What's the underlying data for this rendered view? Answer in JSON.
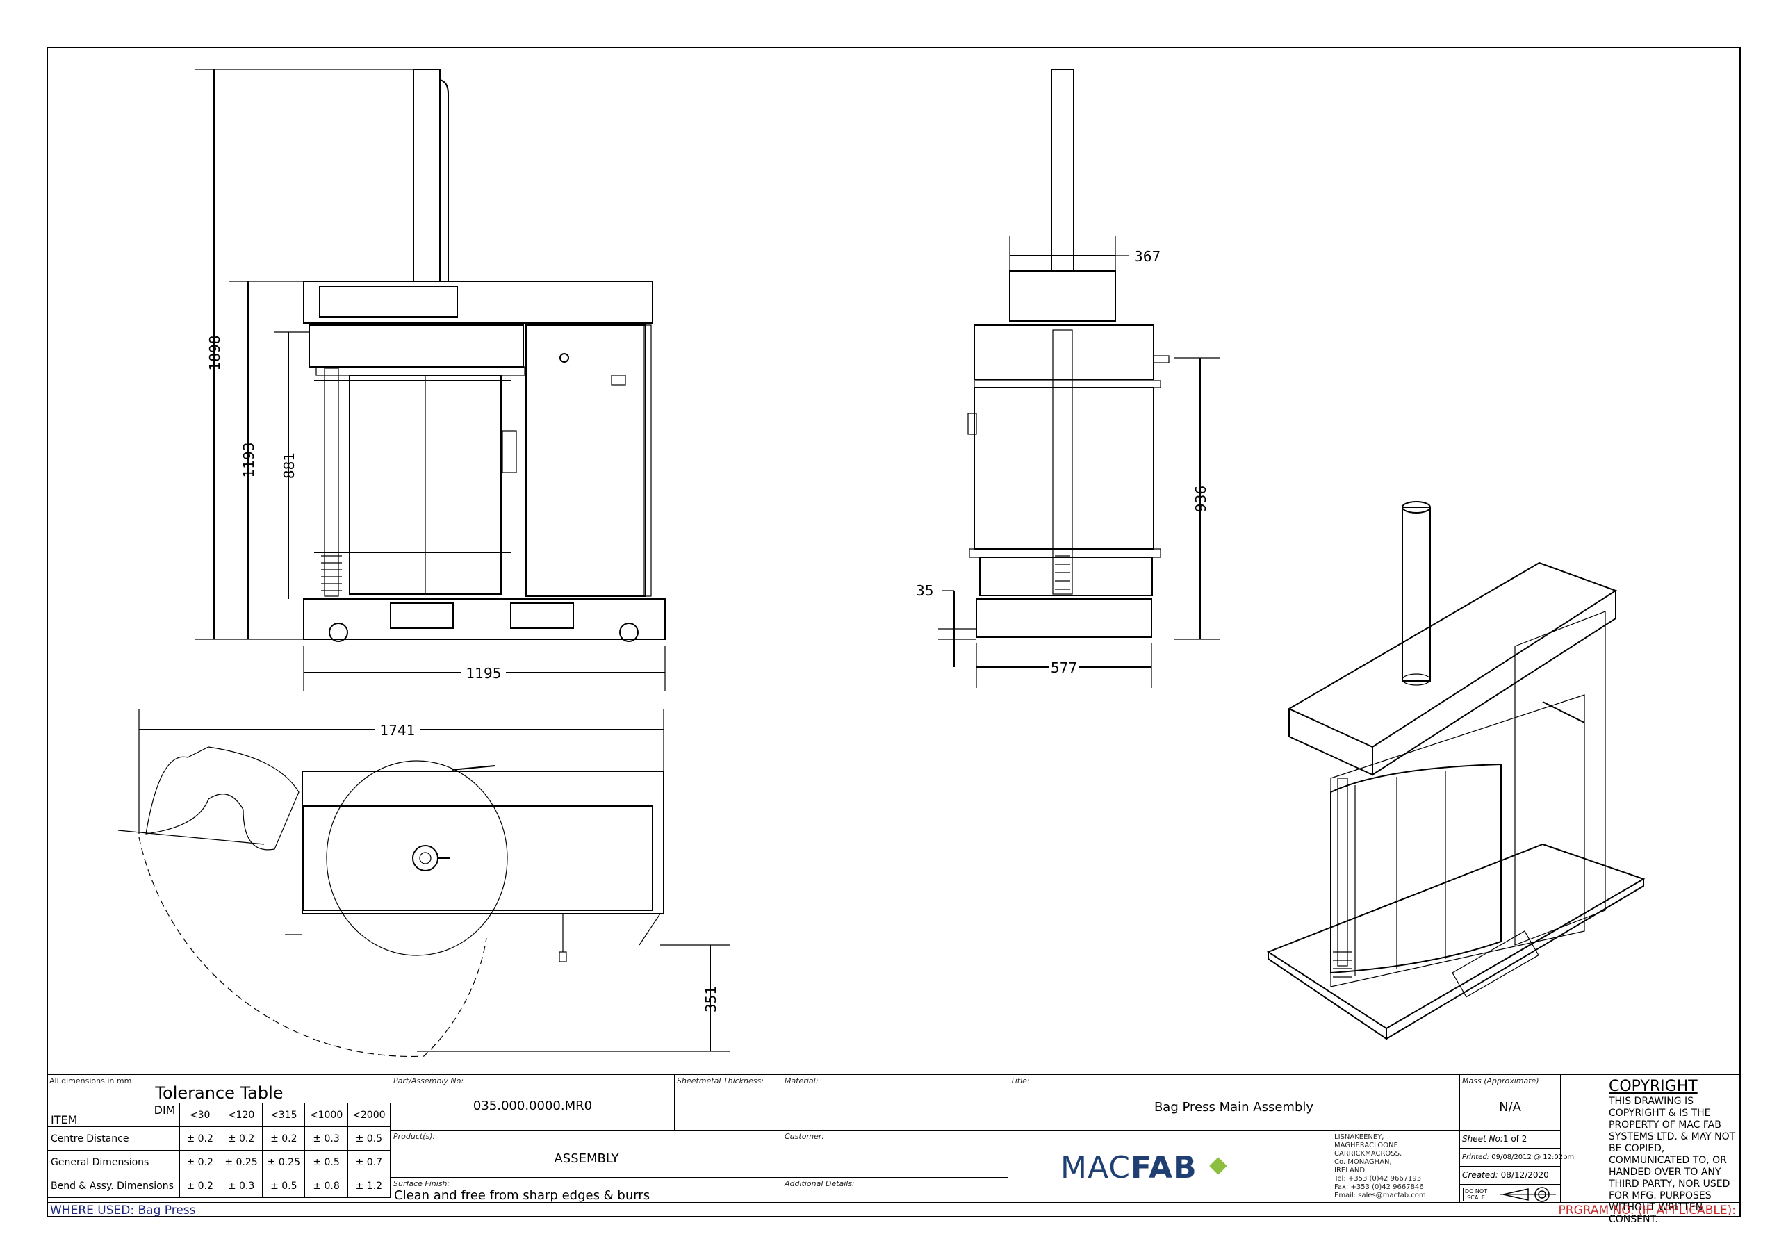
{
  "dimensions": {
    "side_height_total": "1898",
    "side_height_body": "1193",
    "side_height_chamber": "881",
    "side_width": "1195",
    "front_head_width": "367",
    "front_height": "936",
    "front_foot": "35",
    "front_width": "577",
    "top_length": "1741",
    "top_offset": "351"
  },
  "title_block": {
    "all_dims_note": "All dimensions in mm",
    "tolerance_title": "Tolerance Table",
    "tol_header": {
      "item": "ITEM",
      "dim": "DIM",
      "cols": [
        "<30",
        "<120",
        "<315",
        "<1000",
        "<2000"
      ]
    },
    "tol_rows": [
      {
        "label": "Centre Distance",
        "values": [
          "± 0.2",
          "± 0.2",
          "± 0.2",
          "± 0.3",
          "± 0.5"
        ]
      },
      {
        "label": "General Dimensions",
        "values": [
          "± 0.2",
          "± 0.25",
          "± 0.25",
          "± 0.5",
          "± 0.7"
        ]
      },
      {
        "label": "Bend & Assy. Dimensions",
        "values": [
          "± 0.2",
          "± 0.3",
          "± 0.5",
          "± 0.8",
          "± 1.2"
        ]
      }
    ],
    "part_no_label": "Part/Assembly No:",
    "part_no": "035.000.0000.MR0",
    "sheetmetal_label": "Sheetmetal Thickness:",
    "material_label": "Material:",
    "products_label": "Product(s):",
    "products": "ASSEMBLY",
    "customer_label": "Customer:",
    "surface_label": "Surface Finish:",
    "surface": "Clean and free from sharp edges & burrs",
    "additional_label": "Additional Details:",
    "title_label": "Title:",
    "title": "Bag Press Main Assembly",
    "logo_a": "MAC",
    "logo_b": "FAB",
    "address": [
      "LISNAKEENEY,",
      "MAGHERACLOONE",
      "CARRICKMACROSS,",
      "Co. MONAGHAN,",
      "IRELAND",
      "Tel:   +353 (0)42 9667193",
      "Fax:  +353 (0)42 9667846",
      "Email: sales@macfab.com"
    ],
    "mass_label": "Mass (Approximate)",
    "mass": "N/A",
    "sheet_label": "Sheet No:",
    "sheet": "1 of 2",
    "printed_label": "Printed:",
    "printed": "09/08/2012 @ 12:02pm",
    "created_label": "Created:",
    "created": "08/12/2020",
    "do_not_scale": "DO NOT SCALE",
    "copyright_title": "COPYRIGHT",
    "copyright_text": "THIS DRAWING IS COPYRIGHT & IS THE PROPERTY OF MAC FAB SYSTEMS LTD. & MAY NOT BE COPIED, COMMUNICATED TO, OR HANDED OVER TO ANY THIRD PARTY, NOR USED FOR MFG. PURPOSES WITHOUT WRITTEN CONSENT.",
    "where_used": "WHERE USED: Bag Press",
    "program_no": "PRGRAM NO. (IF APPLICABLE):"
  },
  "colors": {
    "logo_green": "#8cbf3f",
    "logo_blue": "#1f3f73",
    "where_used_blue": "#1a237e",
    "program_red": "#c62828"
  }
}
